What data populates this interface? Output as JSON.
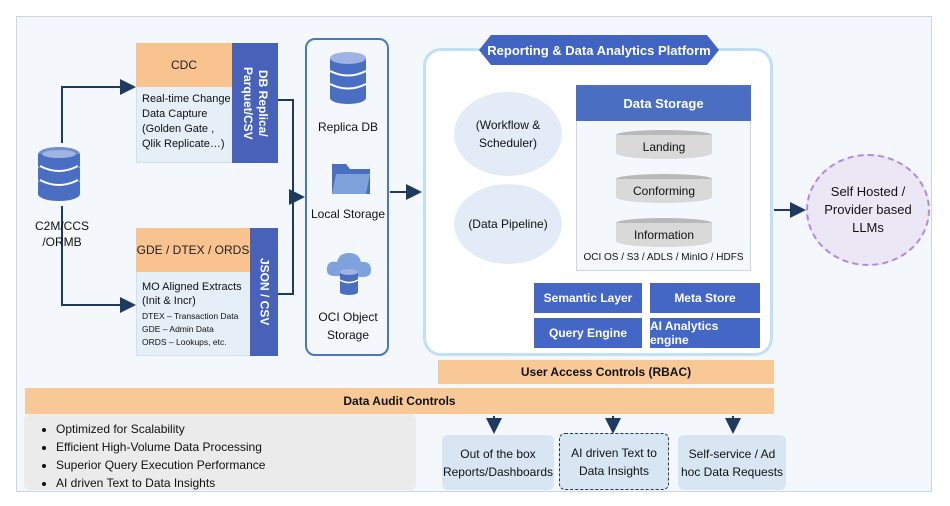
{
  "source": {
    "label": "C2M/CCS /ORMB"
  },
  "cdc": {
    "header": "CDC",
    "body": "Real-time Change Data Capture (Golden Gate , Qlik Replicate…)",
    "side": "DB Replica/ Parquet/CSV"
  },
  "extracts": {
    "header": "GDE / DTEX / ORDS",
    "line1": "MO Aligned Extracts",
    "line2": "(Init & Incr)",
    "line3": "DTEX – Transaction Data",
    "line4": "GDE – Admin Data",
    "line5": "ORDS – Lookups, etc.",
    "side": "JSON / CSV"
  },
  "storage": {
    "replica": "Replica DB",
    "local": "Local Storage",
    "object": "OCI Object Storage"
  },
  "platform": {
    "title": "Reporting & Data Analytics Platform",
    "workflow": "(Workflow & Scheduler)",
    "pipeline": "(Data Pipeline)",
    "data_storage": {
      "title": "Data Storage",
      "tiers": [
        "Landing",
        "Conforming",
        "Information"
      ],
      "footer": "OCI OS / S3 / ADLS / MinIO / HDFS"
    },
    "buttons": {
      "semantic": "Semantic Layer",
      "meta": "Meta Store",
      "query": "Query Engine",
      "ai": "AI Analytics engine"
    }
  },
  "controls": {
    "rbac": "User Access Controls (RBAC)",
    "audit": "Data Audit Controls"
  },
  "features": [
    "Optimized for Scalability",
    "Efficient High-Volume Data Processing",
    "Superior Query Execution Performance",
    "AI driven Text to Data Insights"
  ],
  "outputs": {
    "reports": "Out of the box Reports/Dashboards",
    "ai_text": "AI driven Text to Data Insights",
    "self_service": "Self-service / Ad hoc Data Requests"
  },
  "llm": "Self Hosted / Provider based LLMs",
  "colors": {
    "accent_blue": "#4466c4",
    "orange": "#f8c38f",
    "light_panel": "#e6eef7",
    "arrow": "#1f3a5f",
    "llm_border": "#b48ae0"
  }
}
